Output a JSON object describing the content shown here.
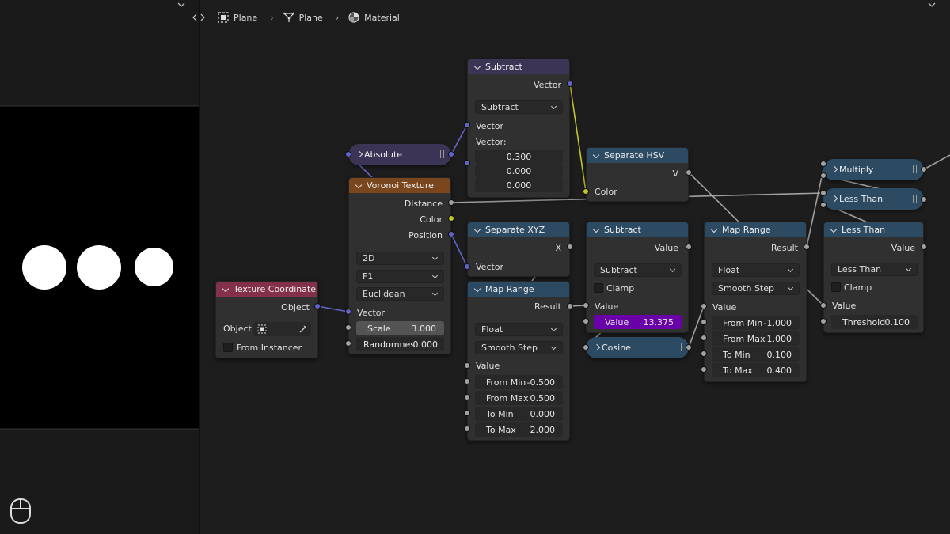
{
  "breadcrumb": {
    "item1": "Plane",
    "item2": "Plane",
    "item3": "Material"
  },
  "icons": {
    "nav": "chevrons-left-right-icon",
    "object": "object-icon",
    "mesh": "mesh-icon",
    "material": "material-icon",
    "mouse": "mouse-icon"
  },
  "nodes": {
    "texcoord": {
      "title": "Texture Coordinate",
      "out_object": "Object",
      "object_label": "Object:",
      "from_instancer": "From Instancer"
    },
    "absolute": {
      "label": "Absolute"
    },
    "voronoi": {
      "title": "Voronoi Texture",
      "out_distance": "Distance",
      "out_color": "Color",
      "out_position": "Position",
      "dim": "2D",
      "feature": "F1",
      "metric": "Euclidean",
      "in_vector": "Vector",
      "scale_label": "Scale",
      "scale_value": "3.000",
      "random_label": "Randomnes",
      "random_value": "0.000"
    },
    "vsub": {
      "title": "Subtract",
      "out_vector": "Vector",
      "op": "Subtract",
      "in_vector": "Vector",
      "in_vector2": "Vector:",
      "v1": "0.300",
      "v2": "0.000",
      "v3": "0.000"
    },
    "sepxyz": {
      "title": "Separate XYZ",
      "out_x": "X",
      "in_vector": "Vector"
    },
    "maprange1": {
      "title": "Map Range",
      "out_result": "Result",
      "type": "Float",
      "interp": "Smooth Step",
      "in_value": "Value",
      "from_min_label": "From Min",
      "from_min": "-0.500",
      "from_max_label": "From Max",
      "from_max": "0.500",
      "to_min_label": "To Min",
      "to_min": "0.000",
      "to_max_label": "To Max",
      "to_max": "2.000"
    },
    "sephsv": {
      "title": "Separate HSV",
      "out_v": "V",
      "in_color": "Color"
    },
    "msub": {
      "title": "Subtract",
      "out_value": "Value",
      "op": "Subtract",
      "clamp": "Clamp",
      "in_value": "Value",
      "value_label": "Value",
      "value": "13.375"
    },
    "cosine": {
      "label": "Cosine"
    },
    "maprange2": {
      "title": "Map Range",
      "out_result": "Result",
      "type": "Float",
      "interp": "Smooth Step",
      "in_value": "Value",
      "from_min_label": "From Min",
      "from_min": "-1.000",
      "from_max_label": "From Max",
      "from_max": "1.000",
      "to_min_label": "To Min",
      "to_min": "0.100",
      "to_max_label": "To Max",
      "to_max": "0.400"
    },
    "multiply": {
      "label": "Multiply"
    },
    "lessthan_pill": {
      "label": "Less Than"
    },
    "lessthan": {
      "title": "Less Than",
      "out_value": "Value",
      "op": "Less Than",
      "clamp": "Clamp",
      "in_value": "Value",
      "threshold_label": "Threshold",
      "threshold": "0.100"
    }
  },
  "colors": {
    "value_highlight": "#6a00a8",
    "vector_socket": "#6363c7",
    "color_socket": "#c7c729",
    "float_socket": "#a1a1a1"
  }
}
